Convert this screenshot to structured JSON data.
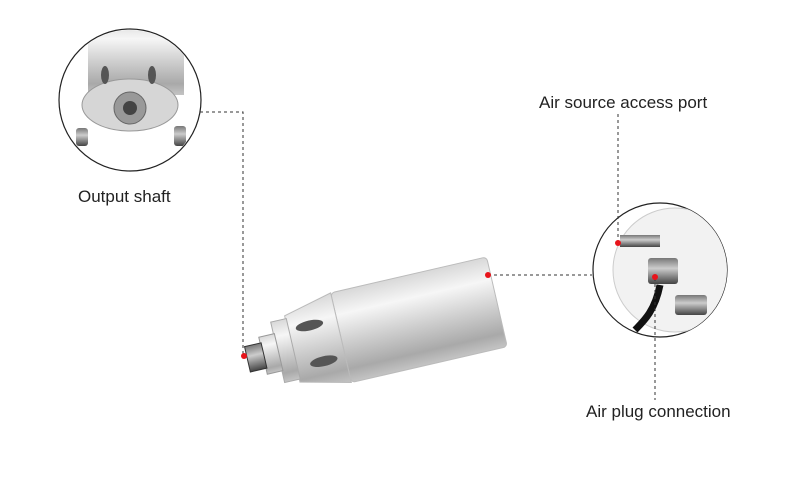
{
  "labels": {
    "output_shaft": "Output shaft",
    "air_source": "Air source access port",
    "air_plug": "Air plug connection"
  },
  "colors": {
    "marker": "#e8141b",
    "leader": "#333333"
  }
}
